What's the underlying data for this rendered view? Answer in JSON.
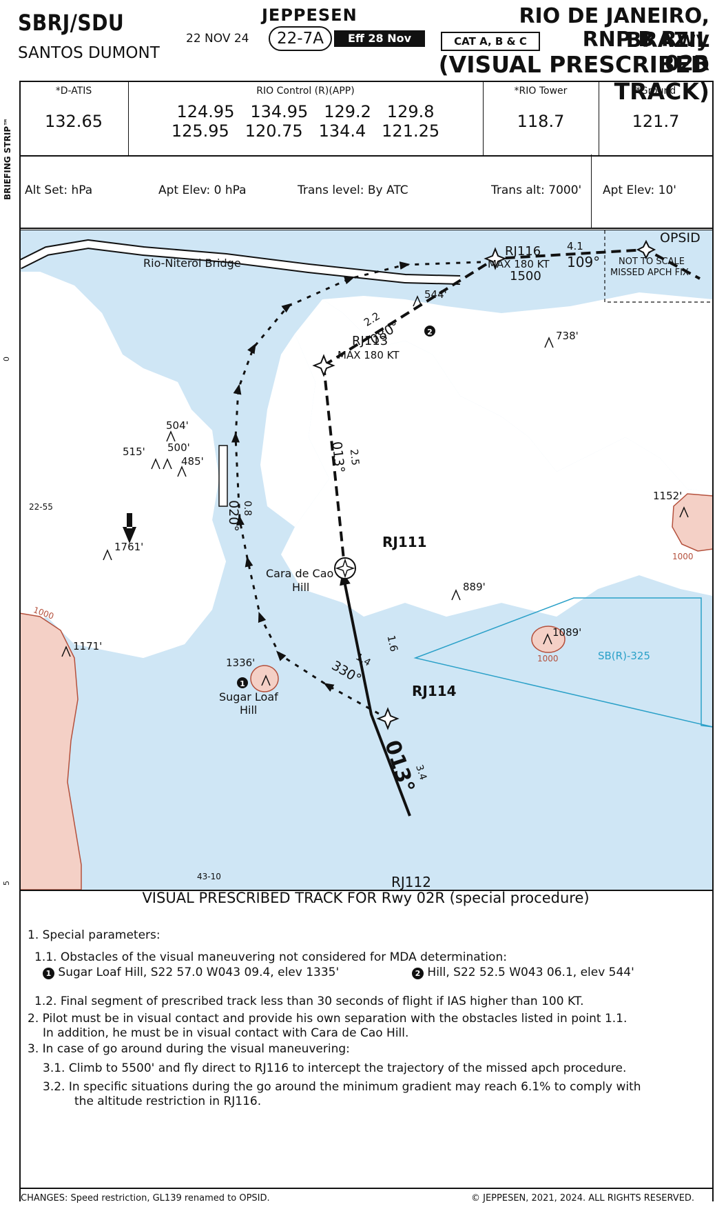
{
  "header": {
    "airport_ids": "SBRJ/SDU",
    "airport_name": "SANTOS DUMONT",
    "publisher": "JEPPESEN",
    "date": "22 NOV 24",
    "chart_number": "22-7A",
    "effective": "Eff 28 Nov",
    "city": "RIO DE JANEIRO, BRAZIL",
    "categories": "CAT A, B & C",
    "procedure": "RNP B Rwy 02R",
    "procedure_sub": "(VISUAL PRESCRIBED TRACK)",
    "briefing_strip": "BRIEFING STRIP™"
  },
  "comms": {
    "datis_label": "*D-ATIS",
    "datis_freq": "132.65",
    "control_label": "RIO Control (R)(APP)",
    "control_freq_row1": "124.95   134.95   129.2   129.8",
    "control_freq_row2": "125.95   120.75   134.4   121.25",
    "tower_label": "*RIO Tower",
    "tower_freq": "118.7",
    "ground_label": "*Ground",
    "ground_freq": "121.7"
  },
  "altitudes": {
    "alt_set": "Alt Set: hPa",
    "apt_elev_hpa": "Apt Elev: 0 hPa",
    "trans_level": "Trans level: By ATC",
    "trans_alt": "Trans alt: 7000'",
    "apt_elev": "Apt Elev: 10'"
  },
  "map": {
    "bridge_label": "Rio-Niteroi Bridge",
    "not_to_scale_1": "NOT TO SCALE",
    "not_to_scale_2": "MISSED APCH FIX",
    "fix_opsid": "OPSID",
    "fix_rj116": "RJ116",
    "rj116_speed": "MAX 180 KT",
    "rj116_alt": "1500",
    "fix_rj113": "RJ113",
    "rj113_speed": "MAX 180 KT",
    "fix_rj111": "RJ111",
    "fix_rj114": "RJ114",
    "fix_rj112": "RJ112",
    "leg_opsid_dist": "4.1",
    "leg_opsid_course": "109°",
    "leg_113_116_dist": "2.2",
    "leg_113_116_course": "080°",
    "leg_111_113_dist": "2.5",
    "leg_111_113_course": "013°",
    "leg_114_111_dist": "1.6",
    "leg_112_114_dist": "3.4",
    "leg_112_114_course": "013°",
    "visual_leg_dist": "1.4",
    "visual_leg_course": "330°",
    "visual_final_dist": "0.8",
    "visual_final_course": "020°",
    "cara_label_1": "Cara de Cao",
    "cara_label_2": "Hill",
    "sugar_label_1": "Sugar Loaf",
    "sugar_label_2": "Hill",
    "obs_544": "544'",
    "obs_738": "738'",
    "obs_504": "504'",
    "obs_500": "500'",
    "obs_515": "515'",
    "obs_485": "485'",
    "obs_1152": "1152'",
    "obs_1761": "1761'",
    "obs_889": "889'",
    "obs_1089": "1089'",
    "obs_1171": "1171'",
    "obs_1336": "1336'",
    "contour_1000": "1000",
    "airspace": "SB(R)-325",
    "lat_label": "22-55",
    "lon_label": "43-10",
    "marker_1": "1",
    "marker_2": "2",
    "tick_0": "0",
    "tick_5": "5"
  },
  "notes": {
    "title": "VISUAL PRESCRIBED TRACK FOR Rwy 02R (special procedure)",
    "n1": "1. Special parameters:",
    "n1_1": "1.1. Obstacles of the visual maneuvering not considered for MDA determination:",
    "n1_1_a": "Sugar Loaf Hill, S22 57.0 W043 09.4, elev 1335'",
    "n1_1_b": "Hill, S22 52.5 W043 06.1, elev 544'",
    "n1_2": "1.2. Final segment of prescribed track less than 30 seconds of flight if IAS higher than 100 KT.",
    "n2_a": "2. Pilot must be in visual contact and provide his own separation with the obstacles listed in point 1.1.",
    "n2_b": "In addition, he must be in visual contact with Cara de Cao Hill.",
    "n3": "3. In case of go around during the visual maneuvering:",
    "n3_1": "3.1. Climb to 5500' and fly direct to RJ116 to intercept the trajectory of the missed apch procedure.",
    "n3_2_a": "3.2. In specific situations during the go around the minimum gradient may reach 6.1% to comply with",
    "n3_2_b": "the altitude restriction in RJ116."
  },
  "footer": {
    "changes": "CHANGES: Speed restriction, GL139 renamed to OPSID.",
    "copyright": "© JEPPESEN, 2021, 2024. ALL RIGHTS RESERVED."
  },
  "colors": {
    "water": "#cfe6f5",
    "terrain": "#f4d0c6",
    "terrain_edge": "#b4503c",
    "airspace": "#2aa0c8"
  }
}
